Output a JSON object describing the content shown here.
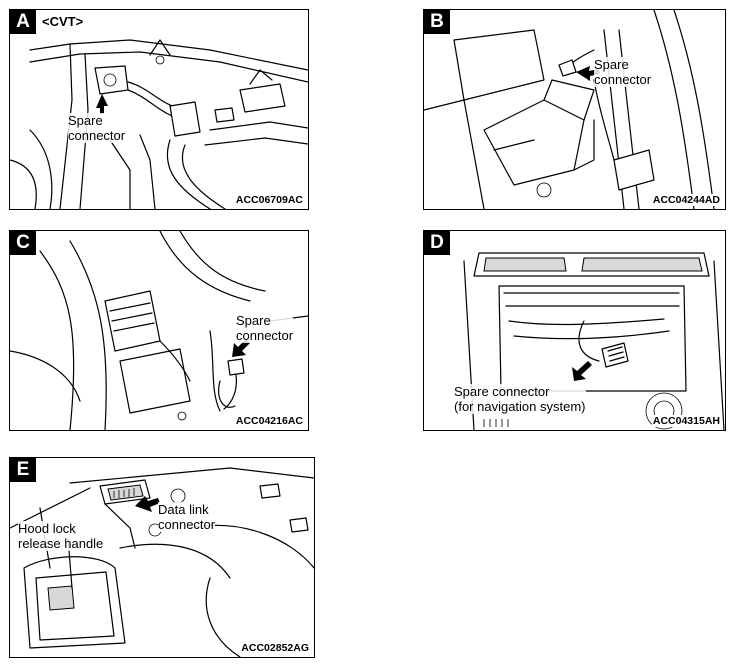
{
  "panels": {
    "a": {
      "letter": "A",
      "variant": "<CVT>",
      "callout": "Spare\nconnector",
      "code": "ACC06709AC"
    },
    "b": {
      "letter": "B",
      "callout": "Spare\nconnector",
      "code": "ACC04244AD"
    },
    "c": {
      "letter": "C",
      "callout": "Spare\nconnector",
      "code": "ACC04216AC"
    },
    "d": {
      "letter": "D",
      "callout": "Spare connector\n(for navigation system)",
      "code": "ACC04315AH"
    },
    "e": {
      "letter": "E",
      "callout_handle": "Hood lock\nrelease handle",
      "callout_connector": "Data link\nconnector",
      "code": "ACC02852AG"
    }
  }
}
